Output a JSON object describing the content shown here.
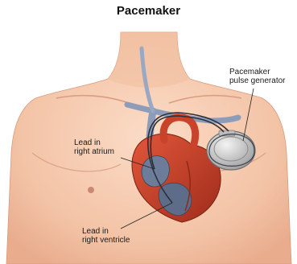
{
  "title": "Pacemaker",
  "labels": {
    "pulse_generator": [
      "Pacemaker",
      "pulse generator"
    ],
    "lead_atrium": [
      "Lead in",
      "right atrium"
    ],
    "lead_ventricle": [
      "Lead in",
      "right ventricle"
    ]
  },
  "colors": {
    "background": "#ffffff",
    "skin": "#f6cdb4",
    "skin_shade": "#e8a98a",
    "vein": "#8d9cb8",
    "heart": "#c9432a",
    "device": "#d2d2d2",
    "lead_wire": "#2a2f3a"
  }
}
